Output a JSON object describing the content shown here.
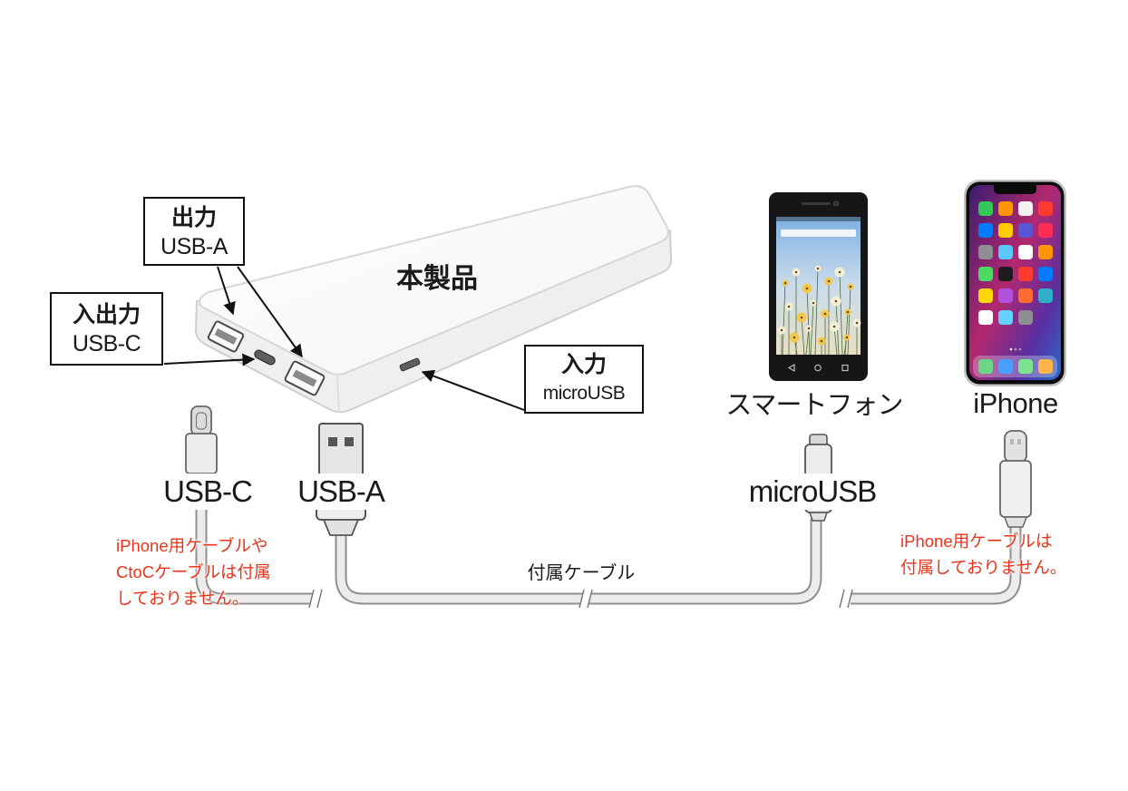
{
  "product": {
    "label": "本製品"
  },
  "callouts": {
    "output": {
      "title": "出力",
      "port": "USB-A"
    },
    "io": {
      "title": "入出力",
      "port": "USB-C"
    },
    "input": {
      "title": "入力",
      "port": "microUSB"
    }
  },
  "devices": {
    "smartphone": {
      "label": "スマートフォン"
    },
    "iphone": {
      "label": "iPhone"
    }
  },
  "connectors": {
    "usb_c": {
      "label": "USB-C"
    },
    "usb_a": {
      "label": "USB-A"
    },
    "micro_usb": {
      "label": "microUSB"
    }
  },
  "cable": {
    "label": "付属ケーブル"
  },
  "notes": {
    "left": {
      "lines": [
        "iPhone用ケーブルや",
        "CtoCケーブルは付属",
        "しておりません。"
      ]
    },
    "right": {
      "lines": [
        "iPhone用ケーブルは",
        "付属しておりません。"
      ]
    }
  },
  "colors": {
    "note_text": "#e8341c",
    "callout_border": "#111111",
    "cable_fill": "#ececec",
    "cable_outline": "#8f8f8f"
  }
}
